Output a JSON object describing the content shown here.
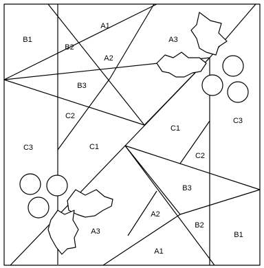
{
  "colors": {
    "line": "#000000",
    "background": "#ffffff"
  },
  "labels": {
    "tl_b1": "B1",
    "tl_b2": "B2",
    "tl_a1": "A1",
    "tl_a2": "A2",
    "tl_b3": "B3",
    "tl_a3": "A3",
    "ml_c2": "C2",
    "ml_c3": "C3",
    "ml_c1": "C1",
    "mr_c1": "C1",
    "mr_c2": "C2",
    "mr_c3": "C3",
    "br_b3": "B3",
    "br_a2": "A2",
    "br_b2": "B2",
    "br_b1": "B1",
    "br_a1": "A1",
    "br_a3": "A3"
  }
}
